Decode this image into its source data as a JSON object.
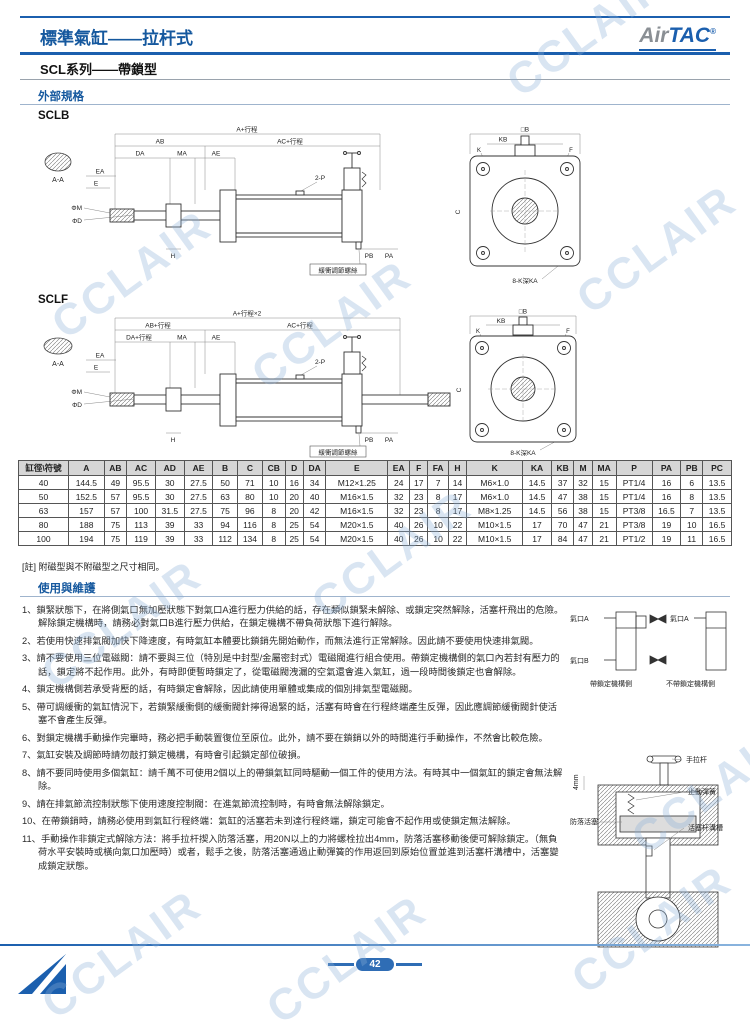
{
  "header": {
    "title": "標準氣缸——拉杆式",
    "subtitle": "SCL系列——帶鎖型",
    "logo_air": "Air",
    "logo_tac": "TAC",
    "logo_reg": "®"
  },
  "sections": {
    "specs": "外部規格",
    "usage": "使用與維護"
  },
  "watermark": "CCLAIR",
  "drawings": {
    "sclb": {
      "model": "SCLB",
      "dims": {
        "a": "A+行程",
        "ab": "AB",
        "ac": "AC+行程",
        "da": "DA",
        "ma": "MA",
        "ae": "AE",
        "ea": "EA",
        "e": "E",
        "p2": "2-P",
        "phim": "ΦM",
        "phid": "ΦD",
        "h": "H",
        "pb": "PB",
        "pa": "PA",
        "cushion": "緩衝調節螺絲",
        "aa": "A-A",
        "b": "□B",
        "kb": "KB",
        "k": "K",
        "f": "F",
        "c": "C",
        "ka8": "8-K深KA"
      }
    },
    "sclf": {
      "model": "SCLF",
      "dims": {
        "a": "A+行程×2",
        "ab": "AB+行程",
        "ac": "AC+行程",
        "da": "DA+行程",
        "ma": "MA",
        "ae": "AE",
        "ea": "EA",
        "e": "E",
        "p2": "2-P",
        "phim": "ΦM",
        "phid": "ΦD",
        "h": "H",
        "pb": "PB",
        "pa": "PA",
        "cushion": "緩衝調節螺絲",
        "aa": "A-A",
        "b": "□B",
        "kb": "KB",
        "k": "K",
        "f": "F",
        "c": "C",
        "ka8": "8-K深KA"
      }
    }
  },
  "table": {
    "headers": [
      "缸徑\\符號",
      "A",
      "AB",
      "AC",
      "AD",
      "AE",
      "B",
      "C",
      "CB",
      "D",
      "DA",
      "E",
      "EA",
      "F",
      "FA",
      "H",
      "K",
      "KA",
      "KB",
      "M",
      "MA",
      "P",
      "PA",
      "PB",
      "PC"
    ],
    "rows": [
      [
        "40",
        "144.5",
        "49",
        "95.5",
        "30",
        "27.5",
        "50",
        "71",
        "10",
        "16",
        "34",
        "M12×1.25",
        "24",
        "17",
        "7",
        "14",
        "M6×1.0",
        "14.5",
        "37",
        "32",
        "15",
        "PT1/4",
        "16",
        "6",
        "13.5"
      ],
      [
        "50",
        "152.5",
        "57",
        "95.5",
        "30",
        "27.5",
        "63",
        "80",
        "10",
        "20",
        "40",
        "M16×1.5",
        "32",
        "23",
        "8",
        "17",
        "M6×1.0",
        "14.5",
        "47",
        "38",
        "15",
        "PT1/4",
        "16",
        "8",
        "13.5"
      ],
      [
        "63",
        "157",
        "57",
        "100",
        "31.5",
        "27.5",
        "75",
        "96",
        "8",
        "20",
        "42",
        "M16×1.5",
        "32",
        "23",
        "8",
        "17",
        "M8×1.25",
        "14.5",
        "56",
        "38",
        "15",
        "PT3/8",
        "16.5",
        "7",
        "13.5"
      ],
      [
        "80",
        "188",
        "75",
        "113",
        "39",
        "33",
        "94",
        "116",
        "8",
        "25",
        "54",
        "M20×1.5",
        "40",
        "26",
        "10",
        "22",
        "M10×1.5",
        "17",
        "70",
        "47",
        "21",
        "PT3/8",
        "19",
        "10",
        "16.5"
      ],
      [
        "100",
        "194",
        "75",
        "119",
        "39",
        "33",
        "112",
        "134",
        "8",
        "25",
        "54",
        "M20×1.5",
        "40",
        "26",
        "10",
        "22",
        "M10×1.5",
        "17",
        "84",
        "47",
        "21",
        "PT1/2",
        "19",
        "11",
        "16.5"
      ]
    ],
    "note": "[註] 附磁型與不附磁型之尺寸相同。"
  },
  "usage": {
    "items": [
      "1、鎖緊狀態下，在將側氣口無加壓狀態下對氣口A進行壓力供給的話，存在類似鎖緊未解除、或鎖定突然解除，活塞杆飛出的危險。解除鎖定機構時，請務必對氣口B進行壓力供給，在鎖定機構不帶負荷狀態下進行解除。",
      "2、若使用快速排氣閥加快下降速度，有時氣缸本體要比鎖銷先開始動作，而無法進行正常解除。因此請不要使用快速排氣閥。",
      "3、請不要使用三位電磁閥：請不要與三位（特別是中封型/金屬密封式）電磁閥進行組合使用。帶鎖定機構側的氣口內若封有壓力的話，鎖定將不起作用。此外，有時即便暫時鎖定了，從電磁閥洩漏的空氣還會進入氣缸，過一段時間後鎖定也會解除。",
      "4、鎖定機構側若承受背壓的話，有時鎖定會解除，因此請使用單體或集成的個別排氣型電磁閥。",
      "5、帶可調緩衝的氣缸情況下，若鎖緊緩衝側的緩衝閥針擰得過緊的話，活塞有時會在行程終端產生反彈，因此應調節緩衝閥針使活塞不會產生反彈。",
      "6、對鎖定機構手動操作完畢時，務必把手動裝置復位至原位。此外，請不要在鎖銷以外的時間進行手動操作，不然會比較危險。",
      "7、氣缸安裝及調節時請勿敲打鎖定機構，有時會引起鎖定部位破損。",
      "8、請不要同時使用多個氣缸：請千萬不可使用2個以上的帶鎖氣缸同時驅動一個工件的使用方法。有時其中一個氣缸的鎖定會無法解除。",
      "9、請在排氣節流控制狀態下使用速度控制閥：在進氣節流控制時，有時會無法解除鎖定。",
      "10、在帶鎖銷時，請務必使用到氣缸行程終端：氣缸的活塞若未到達行程終端，鎖定可能會不起作用或使鎖定無法解除。",
      "11、手動操作非鎖定式解除方法：將手拉杆揳入防落活塞，用20N以上的力將螺栓拉出4mm，防落活塞移動後便可解除鎖定。（無負荷水平安裝時或橫向氣口加壓時）或者，鬆手之後，防落活塞通過止動彈簧的作用返回到原始位置並進到活塞杆溝槽中，活塞變成鎖定狀態。"
    ]
  },
  "diagrams": {
    "ports": {
      "port_a": "氣口A",
      "port_b": "氣口B",
      "lock_side": "帶鎖定機構側",
      "no_lock_side": "不帶鎖定機構側"
    },
    "lock": {
      "pull_rod": "手拉杆",
      "stop_spring": "止動彈簧",
      "rod_groove": "活塞杆溝槽",
      "anti_drop": "防落活塞",
      "gap": "4mm"
    }
  },
  "footer": {
    "page_number": "42"
  }
}
